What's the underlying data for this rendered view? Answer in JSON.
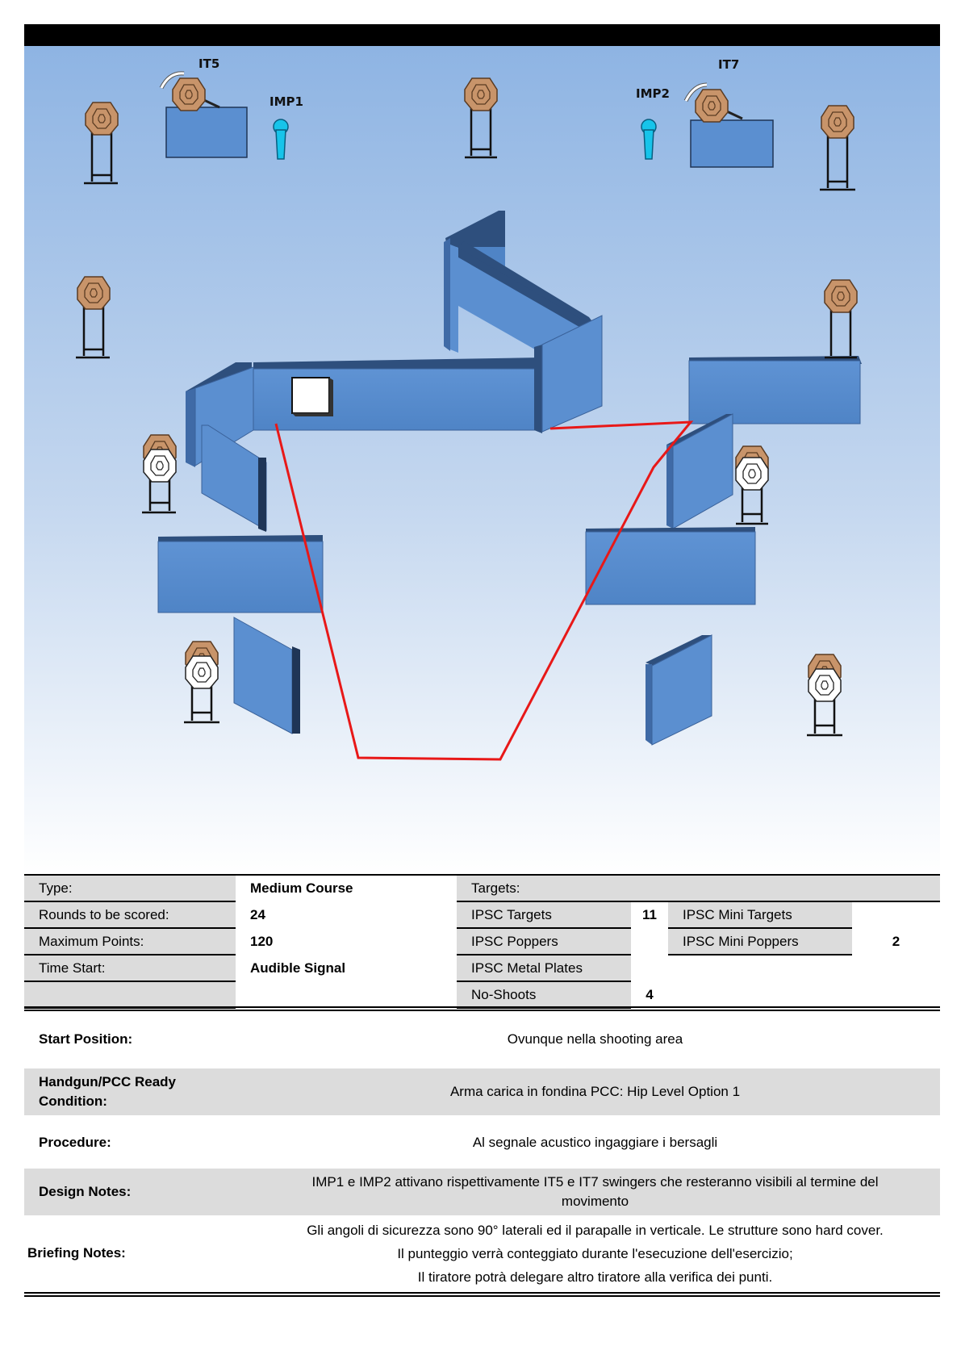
{
  "diagram": {
    "labels": {
      "it5": "IT5",
      "it7": "IT7",
      "imp1": "IMP1",
      "imp2": "IMP2"
    },
    "colors": {
      "sky_top": "#8eb4e3",
      "sky_bottom": "#ffffff",
      "wall": "#5b8fd0",
      "wall_edge": "#2e4f7d",
      "fault_line": "#e81818",
      "target": "#c8946a",
      "no_shoot": "#ffffff",
      "popper": "#17c4ea"
    }
  },
  "info": {
    "type_label": "Type:",
    "type_value": "Medium Course",
    "rounds_label": "Rounds to be scored:",
    "rounds_value": "24",
    "max_points_label": "Maximum Points:",
    "max_points_value": "120",
    "time_start_label": "Time Start:",
    "time_start_value": "Audible Signal",
    "targets_header": "Targets:",
    "ipsc_targets_label": "IPSC Targets",
    "ipsc_targets_value": "11",
    "ipsc_mini_targets_label": "IPSC Mini Targets",
    "ipsc_poppers_label": "IPSC Poppers",
    "ipsc_mini_poppers_label": "IPSC Mini Poppers",
    "ipsc_mini_poppers_value": "2",
    "ipsc_metal_plates_label": "IPSC Metal Plates",
    "no_shoots_label": "No-Shoots",
    "no_shoots_value": "4"
  },
  "notes": {
    "start_position_label": "Start Position:",
    "start_position_value": "Ovunque nella shooting area",
    "ready_condition_label_line1": "Handgun/PCC Ready",
    "ready_condition_label_line2": "Condition:",
    "ready_condition_value": "Arma carica in fondina PCC: Hip Level Option 1",
    "procedure_label": "Procedure:",
    "procedure_value": "Al segnale acustico ingaggiare i bersagli",
    "design_notes_label": "Design Notes:",
    "design_notes_line1": "IMP1 e IMP2 attivano rispettivamente IT5 e IT7 swingers che resteranno visibili al termine del",
    "design_notes_line2": "movimento",
    "briefing_notes_label": "Briefing Notes:",
    "briefing_notes_line1": "Gli angoli di sicurezza sono 90° laterali ed il parapalle in verticale. Le strutture sono hard cover.",
    "briefing_notes_line2": "Il punteggio verrà conteggiato durante l'esecuzione dell'esercizio;",
    "briefing_notes_line3": "Il tiratore potrà delegare altro tiratore alla verifica dei punti."
  }
}
